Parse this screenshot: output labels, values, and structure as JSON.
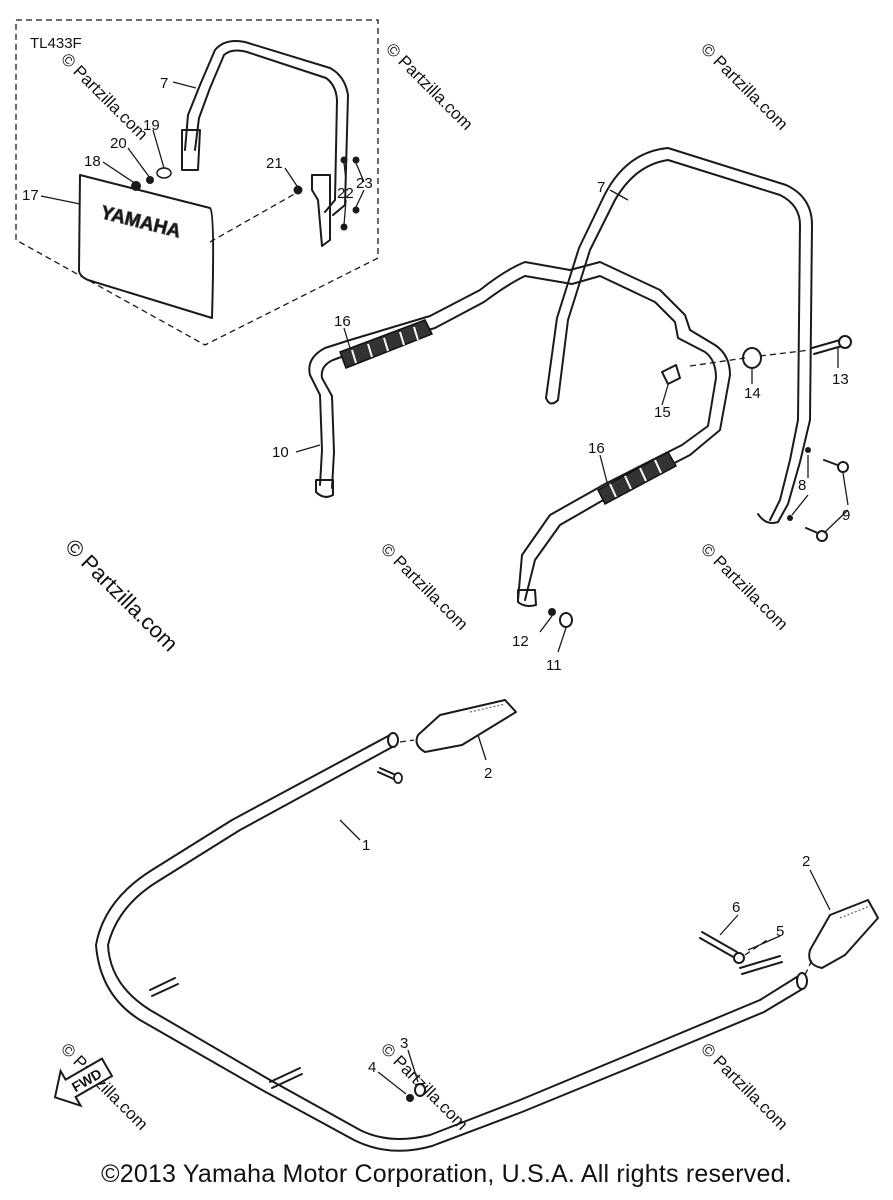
{
  "inset": {
    "model_code": "TL433F",
    "plate_text": "YAMAHA"
  },
  "callouts": {
    "c1": "1",
    "c2a": "2",
    "c2b": "2",
    "c3": "3",
    "c4": "4",
    "c5": "5",
    "c6": "6",
    "c7_inset": "7",
    "c7": "7",
    "c8": "8",
    "c9": "9",
    "c10": "10",
    "c11": "11",
    "c12": "12",
    "c13": "13",
    "c14": "14",
    "c15": "15",
    "c16a": "16",
    "c16b": "16",
    "c17": "17",
    "c18": "18",
    "c19": "19",
    "c20": "20",
    "c21": "21",
    "c22": "22",
    "c23": "23"
  },
  "fwd_label": "FWD",
  "watermarks": {
    "main": "© Partzilla.com",
    "faint": "© Partzilla.com"
  },
  "copyright": "©2013  Yamaha Motor Corporation, U.S.A. All rights reserved."
}
